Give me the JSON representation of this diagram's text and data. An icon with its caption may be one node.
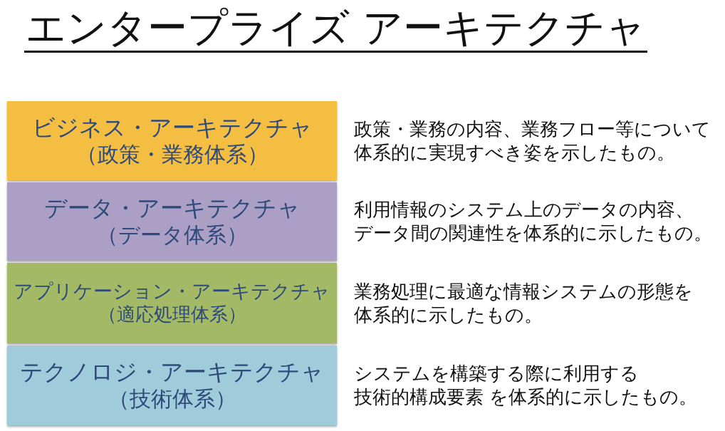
{
  "diagram": {
    "title": "エンタープライズ アーキテクチャ",
    "nodes": [
      {
        "text": [
          "ビジネス・アーキテクチャ",
          "（政策・業務体系）"
        ],
        "beside": [
          "政策・業務の内容、業務フロー等について体系的に実現すべき姿を示したもの。"
        ]
      },
      {
        "text": [
          "データ・アーキテクチャ",
          "（データ体系）"
        ],
        "beside": [
          "利用情報のシステム上のデータの内容、データ間の関連性を体系的に示したもの。"
        ]
      },
      {
        "text": [
          "アプリケーション・アーキテクチャ",
          "（適応処理体系）"
        ],
        "beside": [
          "業務処理に最適な情報システムの形態を体系的に示したもの。"
        ]
      },
      {
        "text": [
          "テクノロジ・アーキテクチャ",
          "（技術体系）"
        ],
        "beside": [
          "システムを構築する際に利用する技術的構成要素 を体系的に示したもの。"
        ]
      }
    ]
  }
}
